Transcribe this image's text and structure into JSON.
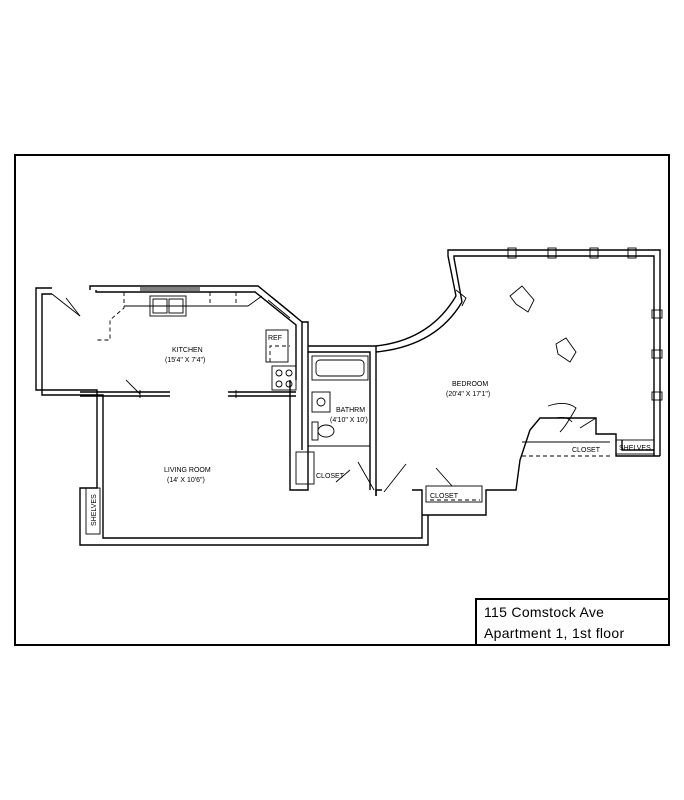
{
  "title_block": {
    "line1": "115 Comstock Ave",
    "line2": "Apartment 1, 1st floor"
  },
  "rooms": {
    "kitchen": {
      "name": "KITCHEN",
      "dims": "(15'4\" X 7'4\")"
    },
    "living_room": {
      "name": "LIVING ROOM",
      "dims": "(14' X 10'6\")"
    },
    "bathroom": {
      "name": "BATHRM",
      "dims": "(4'10\" X 10')"
    },
    "bedroom": {
      "name": "BEDROOM",
      "dims": "(20'4\" X 17'1\")"
    }
  },
  "fixtures": {
    "ref": "REF",
    "closet_bath": "CLOSET",
    "closet_bedroom_lower": "CLOSET",
    "closet_bedroom_right": "CLOSET",
    "shelves_left": "SHELVES",
    "shelves_right": "SHELVES"
  }
}
